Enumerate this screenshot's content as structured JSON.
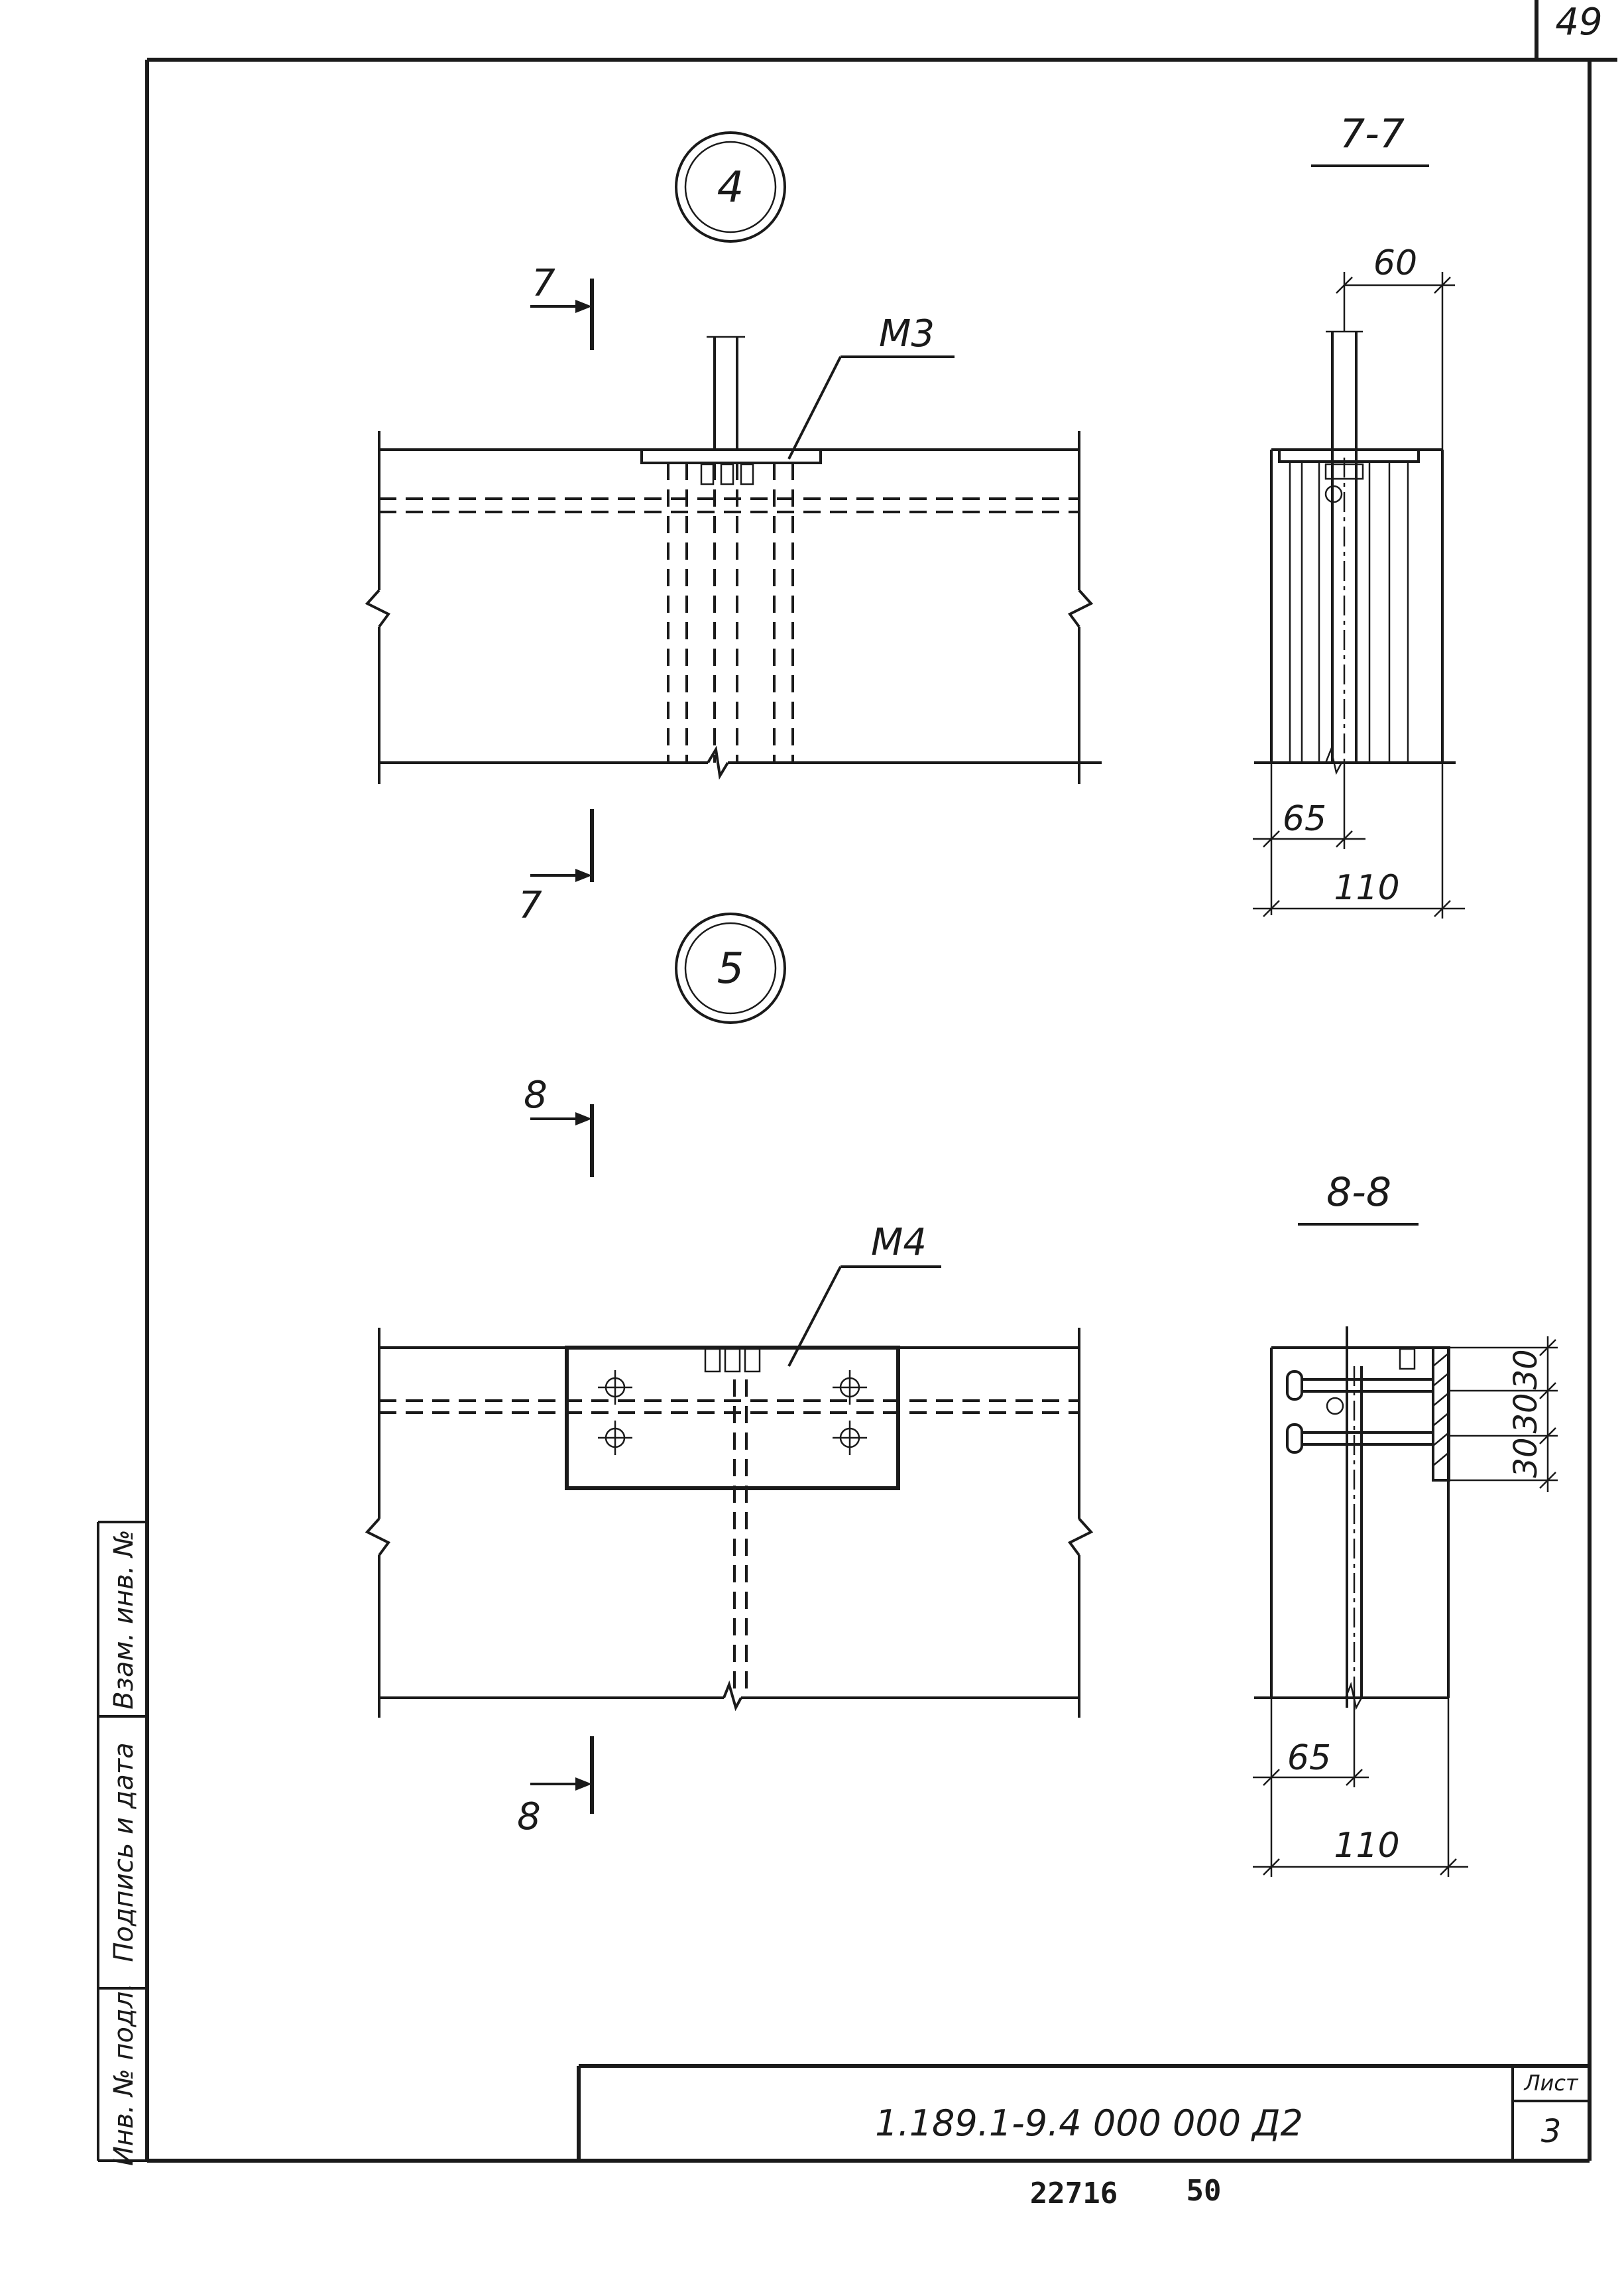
{
  "sheet_corner_number": "49",
  "detail_4": {
    "number": "4",
    "section_mark": "7",
    "part_label": "М3"
  },
  "detail_5": {
    "number": "5",
    "section_mark": "8",
    "part_label": "М4"
  },
  "section_7_7": {
    "title": "7-7",
    "dims": [
      "60",
      "65",
      "110"
    ]
  },
  "section_8_8": {
    "title": "8-8",
    "dims": [
      "30",
      "30",
      "30",
      "65",
      "110"
    ]
  },
  "side_stamp": {
    "inv_podl": "Инв. № подл.",
    "podpis_data": "Подпись и дата",
    "vzam_inv": "Взам. инв. №"
  },
  "title_block": {
    "designation": "1.189.1-9.4   000 000 Д2",
    "sheet_label": "Лист",
    "sheet_number": "3"
  },
  "bottom_numbers": {
    "left": "22716",
    "right": "50"
  }
}
